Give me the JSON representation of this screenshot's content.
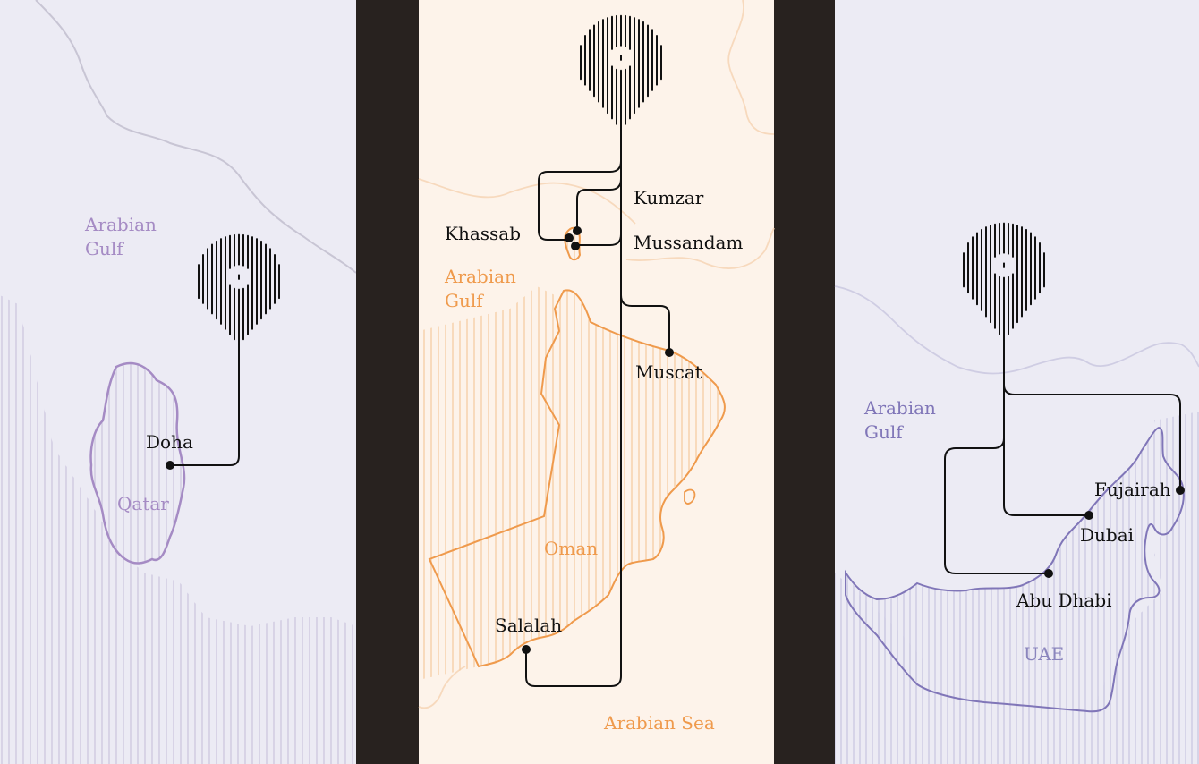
{
  "colors": {
    "panel_left_bg": "#ecebf4",
    "panel_mid_bg": "#fdf3ea",
    "divider": "#28221f",
    "route_line": "#111111",
    "qatar_accent": "#a58bc4",
    "oman_accent": "#ef9a4c",
    "uae_accent": "#8076b8"
  },
  "qatar": {
    "sea_label_line1": "Arabian",
    "sea_label_line2": "Gulf",
    "country_label": "Qatar",
    "cities": [
      {
        "name": "Doha"
      }
    ]
  },
  "oman": {
    "sea_label_line1": "Arabian",
    "sea_label_line2": "Gulf",
    "country_label": "Oman",
    "sea2_label": "Arabian Sea",
    "cities": [
      {
        "name": "Kumzar"
      },
      {
        "name": "Khassab"
      },
      {
        "name": "Mussandam"
      },
      {
        "name": "Muscat"
      },
      {
        "name": "Salalah"
      }
    ]
  },
  "uae": {
    "sea_label_line1": "Arabian",
    "sea_label_line2": "Gulf",
    "country_label": "UAE",
    "cities": [
      {
        "name": "Fujairah"
      },
      {
        "name": "Dubai"
      },
      {
        "name": "Abu Dhabi"
      }
    ]
  },
  "icons": [
    "map-pin-icon"
  ]
}
